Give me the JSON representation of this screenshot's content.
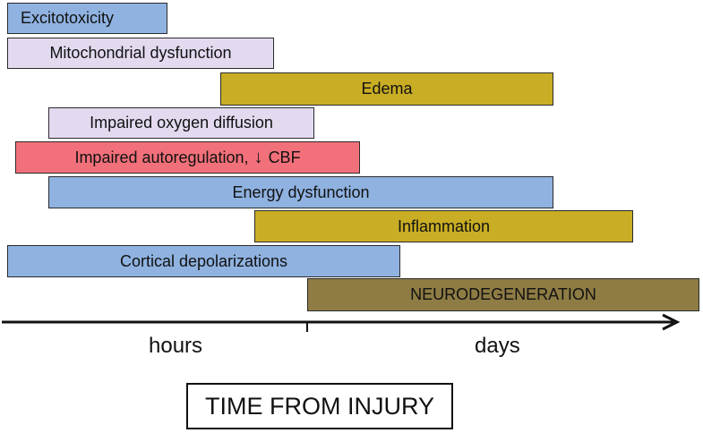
{
  "bars": [
    {
      "label": "Excitotoxicity",
      "color": "#8fb2e0"
    },
    {
      "label": "Mitochondrial dysfunction",
      "color": "#e3daf0"
    },
    {
      "label": "Edema",
      "color": "#c9ad24"
    },
    {
      "label": "Impaired oxygen diffusion",
      "color": "#e3daf0"
    },
    {
      "label": "Impaired autoregulation,",
      "arrow": "↓",
      "suffix": "CBF",
      "color": "#f2707a"
    },
    {
      "label": "Energy dysfunction",
      "color": "#8fb2e0"
    },
    {
      "label": "Inflammation",
      "color": "#c9ad24"
    },
    {
      "label": "Cortical depolarizations",
      "color": "#8fb2e0"
    },
    {
      "label": "NEURODEGENERATION",
      "color": "#8e7c44"
    }
  ],
  "axis": {
    "left_label": "hours",
    "right_label": "days",
    "title": "TIME FROM INJURY"
  }
}
